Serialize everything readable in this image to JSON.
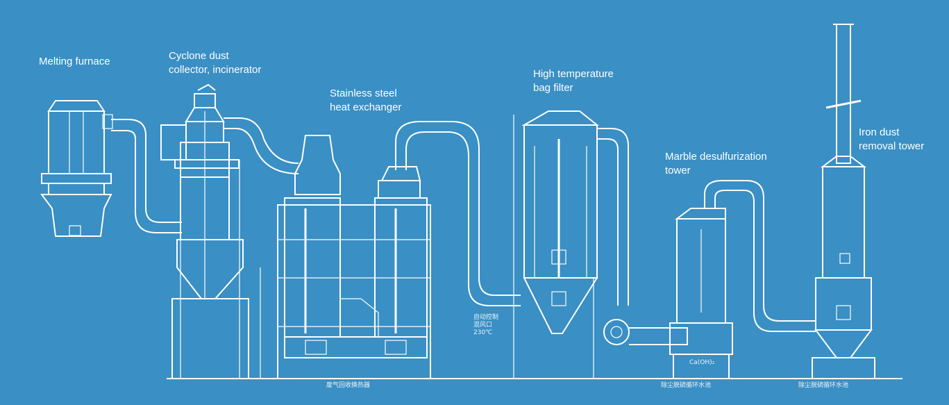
{
  "labels": {
    "melting_furnace": "Melting furnace",
    "cyclone": "Cyclone dust\ncollector, incinerator",
    "heat_exchanger": "Stainless steel\nheat exchanger",
    "bag_filter": "High temperature\nbag filter",
    "marble": "Marble desulfurization\ntower",
    "iron_dust": "Iron dust\nremoval tower"
  },
  "annotations": {
    "temp_control": "自动控制\n混风口\n230℃",
    "caoh2": "Ca(OH)₂",
    "bottom_left": "废气回收换热器",
    "bottom_mid": "除尘脱硫循环水池",
    "bottom_right": "除尘脱硫循环水池"
  },
  "colors": {
    "background": "#3a8fc4",
    "line": "#ffffff"
  }
}
